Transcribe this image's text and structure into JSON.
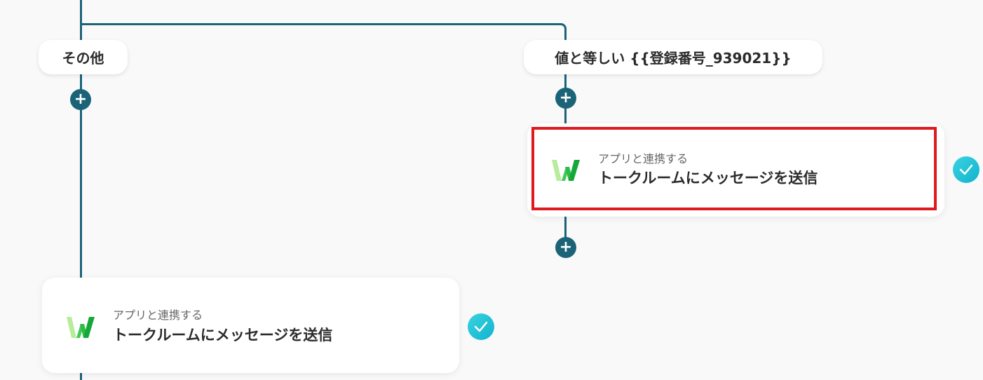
{
  "branches": {
    "left_label": "その他",
    "right_label": "値と等しい {{登録番号_939021}}"
  },
  "right_card": {
    "subtitle": "アプリと連携する",
    "title": "トークルームにメッセージを送信",
    "status": "completed"
  },
  "left_card": {
    "subtitle": "アプリと連携する",
    "title": "トークルームにメッセージを送信",
    "status": "completed"
  },
  "colors": {
    "connector": "#1b6478",
    "highlight": "#e0191f",
    "check": "#1fc2d8"
  }
}
